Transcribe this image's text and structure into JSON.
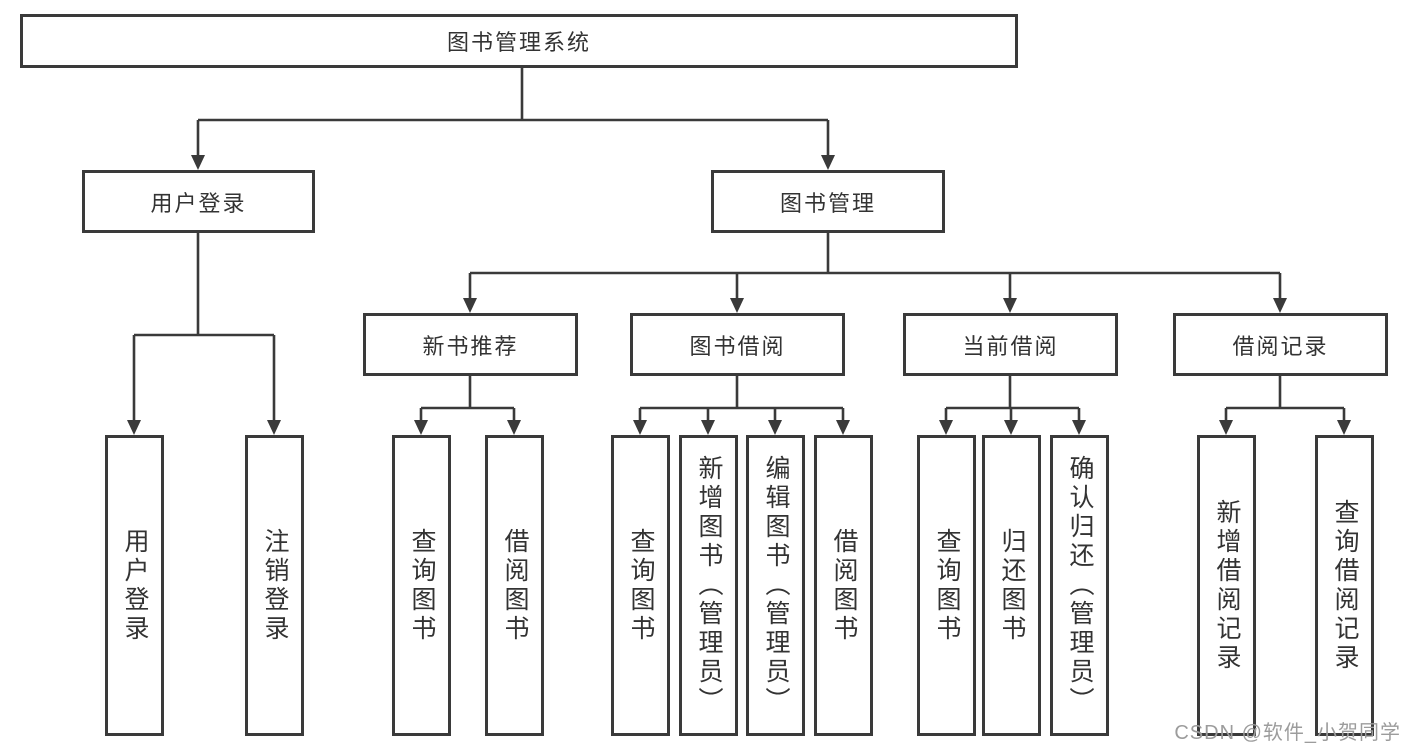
{
  "tree": {
    "root": "图书管理系统",
    "branches": [
      {
        "label": "用户登录",
        "children": [
          "用户登录",
          "注销登录"
        ]
      },
      {
        "label": "图书管理",
        "groups": [
          {
            "label": "新书推荐",
            "children": [
              "查询图书",
              "借阅图书"
            ]
          },
          {
            "label": "图书借阅",
            "children": [
              "查询图书",
              "新增图书（管理员）",
              "编辑图书（管理员）",
              "借阅图书"
            ]
          },
          {
            "label": "当前借阅",
            "children": [
              "查询图书",
              "归还图书",
              "确认归还（管理员）"
            ]
          },
          {
            "label": "借阅记录",
            "children": [
              "新增借阅记录",
              "查询借阅记录"
            ]
          }
        ]
      }
    ]
  },
  "watermark": "CSDN @软件_小贺同学",
  "colors": {
    "line": "#3a3a3a",
    "text": "#333333",
    "watermark": "#9c9c9c",
    "background": "#ffffff"
  }
}
